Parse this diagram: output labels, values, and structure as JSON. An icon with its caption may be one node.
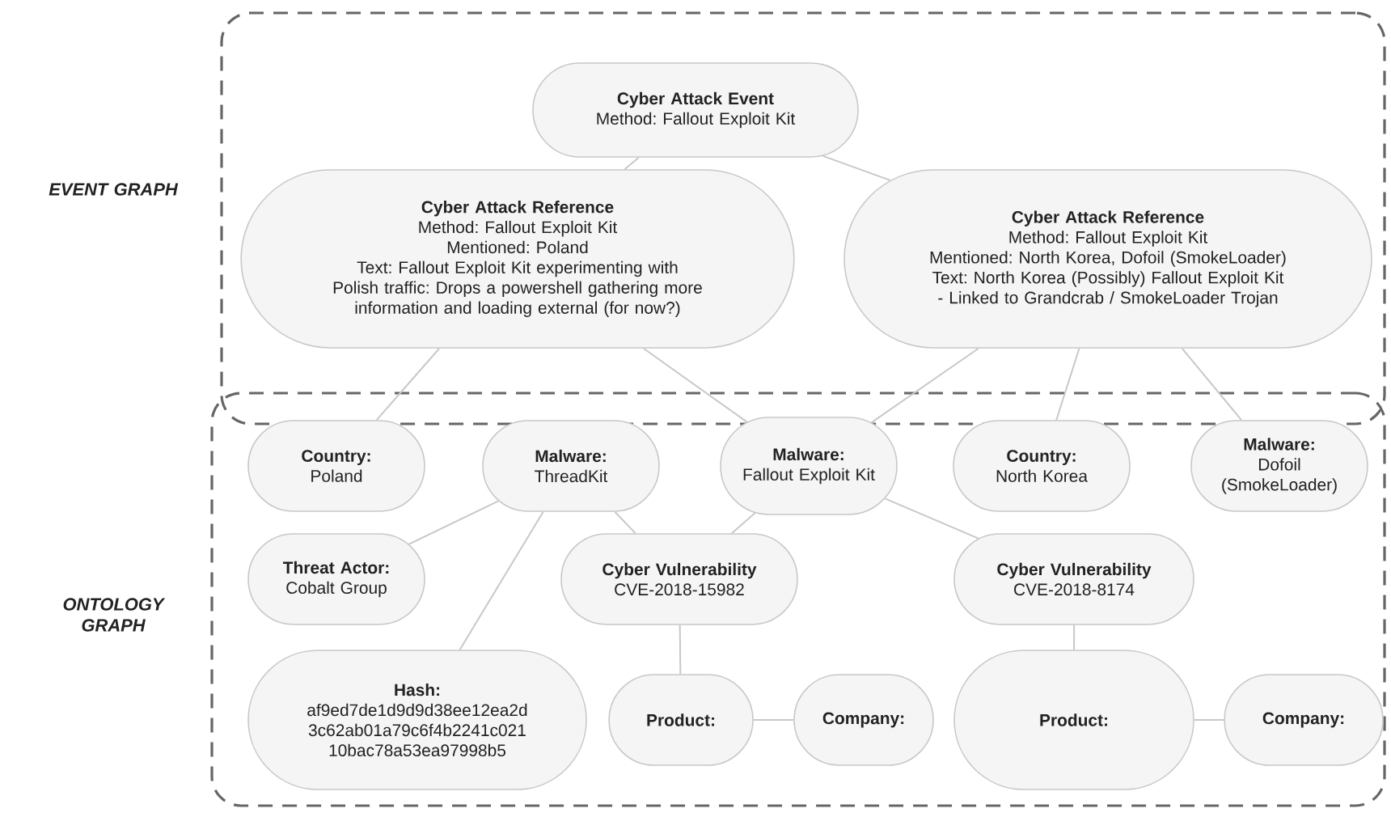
{
  "diagram": {
    "nodes": [
      {
        "text": [
          "EVENT GRAPH"
        ]
      },
      {
        "text": [
          "Cyber Attack Event",
          "Method: Fallout Exploit Kit"
        ],
        "in": 0
      },
      {
        "text": [
          "Cyber Attack Reference",
          "Method: Fallout Exploit Kit",
          "Mentioned: Poland",
          "Text: Fallout Exploit Kit experimenting with Polish traffic: Drops a powershell gathering more information and loading external (for now?)"
        ],
        "in": 0
      },
      {
        "text": [
          "Cyber Attack Reference",
          "Method: Fallout Exploit Kit",
          "Mentioned: North Korea, Dofoil (SmokeLoader)",
          "Text: North Korea (Possibly) Fallout Exploit Kit - Linked to Grandcrab / SmokeLoader Trojan"
        ],
        "in": 0
      },
      {
        "text": [
          "ONTOLOGY GRAPH"
        ]
      },
      {
        "text": [
          "Country:",
          "Poland"
        ],
        "in": 4
      },
      {
        "text": [
          "Malware:",
          "ThreadKit"
        ],
        "in": 4
      },
      {
        "text": [
          "Malware:",
          "Fallout Exploit Kit"
        ],
        "in": 4
      },
      {
        "text": [
          "Country:",
          "North Korea"
        ],
        "in": 4
      },
      {
        "text": [
          "Malware:",
          "Dofoil (SmokeLoader)"
        ],
        "in": 4
      },
      {
        "text": [
          "Threat Actor:",
          "Cobalt Group"
        ],
        "in": 4
      },
      {
        "text": [
          "Cyber Vulnerability",
          "CVE-2018-15982"
        ],
        "in": 4
      },
      {
        "text": [
          "Cyber Vulnerability",
          "CVE-2018-8174"
        ],
        "in": 4
      },
      {
        "text": [
          "Hash:",
          "af9ed7de1d9d9d38ee12ea2d 3c62ab01a79c6f4b2241c021 10bac78a53ea97998b5"
        ],
        "in": 4
      },
      {
        "text": [
          "Product:"
        ],
        "in": 4
      },
      {
        "text": [
          "Company:"
        ],
        "in": 4
      },
      {
        "text": [
          "Product:"
        ],
        "in": 4
      },
      {
        "text": [
          "Company:"
        ],
        "in": 4
      }
    ],
    "edges": [
      {
        "from": 1,
        "to": 2,
        "arrow": "none"
      },
      {
        "from": 1,
        "to": 3,
        "arrow": "none"
      },
      {
        "from": 2,
        "to": 5,
        "arrow": "none"
      },
      {
        "from": 2,
        "to": 7,
        "arrow": "none"
      },
      {
        "from": 3,
        "to": 7,
        "arrow": "none"
      },
      {
        "from": 3,
        "to": 8,
        "arrow": "none"
      },
      {
        "from": 3,
        "to": 9,
        "arrow": "none"
      },
      {
        "from": 6,
        "to": 10,
        "arrow": "none"
      },
      {
        "from": 6,
        "to": 13,
        "arrow": "none"
      },
      {
        "from": 6,
        "to": 11,
        "arrow": "none"
      },
      {
        "from": 7,
        "to": 11,
        "arrow": "none"
      },
      {
        "from": 7,
        "to": 12,
        "arrow": "none"
      },
      {
        "from": 11,
        "to": 14,
        "arrow": "none"
      },
      {
        "from": 14,
        "to": 15,
        "arrow": "none"
      },
      {
        "from": 12,
        "to": 16,
        "arrow": "none"
      },
      {
        "from": 16,
        "to": 17,
        "arrow": "none"
      }
    ]
  }
}
